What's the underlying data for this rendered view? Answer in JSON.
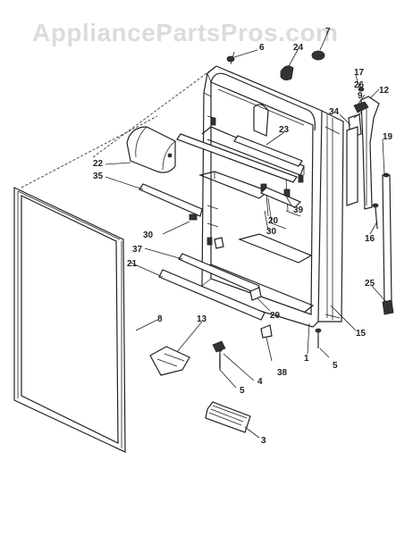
{
  "watermark": "AppliancePartsPros.com",
  "callouts": [
    {
      "id": "c6",
      "text": "6"
    },
    {
      "id": "c7",
      "text": "7"
    },
    {
      "id": "c24",
      "text": "24"
    },
    {
      "id": "c17",
      "text": "17"
    },
    {
      "id": "c26",
      "text": "26"
    },
    {
      "id": "c9",
      "text": "9"
    },
    {
      "id": "c12",
      "text": "12"
    },
    {
      "id": "c34",
      "text": "34"
    },
    {
      "id": "c23",
      "text": "23"
    },
    {
      "id": "c19",
      "text": "19"
    },
    {
      "id": "c22",
      "text": "22"
    },
    {
      "id": "c35",
      "text": "35"
    },
    {
      "id": "c39",
      "text": "39"
    },
    {
      "id": "c20",
      "text": "20"
    },
    {
      "id": "c30a",
      "text": "30"
    },
    {
      "id": "c30b",
      "text": "30"
    },
    {
      "id": "c16",
      "text": "16"
    },
    {
      "id": "c37",
      "text": "37"
    },
    {
      "id": "c21",
      "text": "21"
    },
    {
      "id": "c25",
      "text": "25"
    },
    {
      "id": "c29",
      "text": "29"
    },
    {
      "id": "c8",
      "text": "8"
    },
    {
      "id": "c13",
      "text": "13"
    },
    {
      "id": "c15",
      "text": "15"
    },
    {
      "id": "c38",
      "text": "38"
    },
    {
      "id": "c1",
      "text": "1"
    },
    {
      "id": "c4",
      "text": "4"
    },
    {
      "id": "c5a",
      "text": "5"
    },
    {
      "id": "c5b",
      "text": "5"
    },
    {
      "id": "c3",
      "text": "3"
    }
  ]
}
